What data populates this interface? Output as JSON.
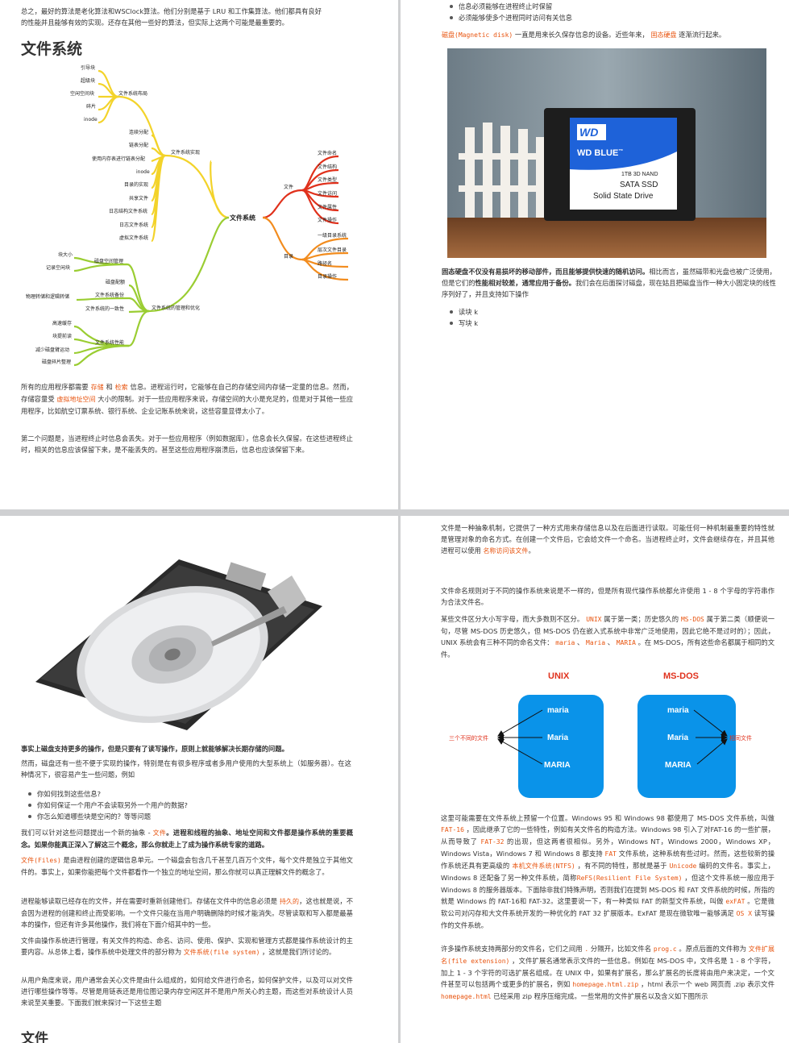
{
  "p1": {
    "intro": [
      "总之，最好的算法是老化算法和WSClock算法。他们分别是基于 LRU 和工作集算法。他们都具有良好",
      "的性能并且能够有效的实现。还存在其他一些好的算法，但实际上这两个可能是最重要的。"
    ],
    "title": "文件系统",
    "mm": {
      "root": "文件系统",
      "layout": "文件系统布局",
      "layout_items": [
        "引导块",
        "超级块",
        "空闲空间块",
        "碎片",
        "inode"
      ],
      "impl": "文件系统实现",
      "impl_items": [
        "连续分配",
        "链表分配",
        "使用内存表进行链表分配",
        "inode",
        "目录的实现",
        "共享文件",
        "日志结构文件系统",
        "日志文件系统",
        "虚拟文件系统"
      ],
      "mgmt": "文件系统的管理和优化",
      "space": "磁盘空间管理",
      "space_items": [
        "块大小",
        "记录空闲块"
      ],
      "quota": "磁盘配额",
      "backup": "文件系统备份",
      "phys": "物理转储和逻辑转储",
      "consist": "文件系统的一致性",
      "perf": "文件系统性能",
      "perf_items": [
        "高速缓存",
        "块提前读",
        "减少磁盘臂运动",
        "磁盘碎片整理"
      ],
      "file": "文件",
      "file_items": [
        "文件命名",
        "文件结构",
        "文件类型",
        "文件访问",
        "文件属性",
        "文件操作"
      ],
      "dir": "目录",
      "dir_items": [
        "一级目录系统",
        "层次文件目录",
        "路径名",
        "目录操作"
      ]
    },
    "para1": {
      "a": "所有的应用程序都需要",
      "b": "存储",
      "c": "和",
      "d": "检索",
      "e": "信息。进程运行时，它能够在自己的存储空间内存储一定量的",
      "f": "信息。然而，存储容量受",
      "g": "虚拟地址空间",
      "h": "大小的限制。对于一些应用程序来说，存储空间的大小是充足",
      "l3": "的，但是对于其他一些应用程序，比如航空订票系统、银行系统、企业记账系统来说，这些容量显得",
      "l4": "太小了。"
    },
    "para2": [
      "第二个问题是，当进程终止时信息会丢失。对于一些应用程序（例如数据库），信息会长久保留。在这",
      "些进程终止时，相关的信息应该保留下来，是不能丢失的。甚至这些应用程序崩溃后，信息也应该保留",
      "下来。"
    ]
  },
  "p2": {
    "bullets": [
      "信息必须能够在进程终止时保留",
      "必须能够使多个进程同时访问有关信息"
    ],
    "disk": {
      "a": "磁盘(Magnetic disk)",
      "b": "一直是用来长久保存信息的设备。近些年来，",
      "c": "固态硬盘",
      "d": "逐渐流行起来。"
    },
    "ssd": {
      "logo": "WD",
      "brand": "WD BLUE",
      "tm": "™",
      "cap": "1TB 3D NAND",
      "model": "SATA SSD",
      "desc": "Solid State Drive"
    },
    "para": {
      "a": "固态硬盘不仅没有易损坏的移动部件，而且能够提供快速的随机访问。",
      "b": "相比而言，虽然磁带和光盘也被",
      "c": "广泛使用，但是它们的",
      "d": "性能相对较差，通常应用于备份。",
      "e": "我们会在后面探讨磁盘，现在姑且把磁盘当作",
      "f": "一种大小固定块的线性序列好了，并且支持如下操作"
    },
    "ops": [
      "读块 k",
      "写块 k"
    ]
  },
  "p3": {
    "l1": "事实上磁盘支持更多的操作，但是只要有了读写操作，原则上就能够解决长期存储的问题。",
    "l2": [
      "然而，磁盘还有一些不便于实现的操作，特别是在有很多程序或者多用户使用的大型系统上（如服务",
      "器）。在这种情况下，很容易产生一些问题，例如"
    ],
    "qs": [
      "你如何找到这些信息?",
      "你如何保证一个用户不会读取另外一个用户的数据?",
      "你怎么知道哪些块是空闲的？等等问题"
    ],
    "p3a": {
      "a": "我们可以针对这些问题提出一个新的抽象 -",
      "b": "文件",
      "c": "。进程和线程的抽象、地址空间和文件都是操作系统",
      "d": "的重要概念。如果你能真正深入了解这三个概念，那么你就走上了成为操作系统专家的道路。"
    },
    "p3b": {
      "a": "文件(Files)",
      "b": "是由进程创建的逻辑信息单元。一个磁盘会包含几千甚至几百万个文件，每个文件是独",
      "c": "立于其他文件的。事实上，如果你能把每个文件都看作一个独立的地址空间，那么你就可以真正理解文",
      "d": "件的概念了。"
    },
    "p3c": {
      "a": "进程能够读取已经存在的文件，并在需要时重新创建他们。存储在文件中的信息必须是",
      "b": "持久的",
      "c": "，这也",
      "d": "就是说，不会因为进程的创建和终止而受影响。一个文件只能在当用户明确删除的时候才能消失。尽管",
      "e": "读取和写入都是最基本的操作，但还有许多其他操作，我们将在下面介绍其中的一些。"
    },
    "p3d": {
      "a": "文件由操作系统进行管理，有关文件的构造、命名、访问、使用、保护、实现和管理方式都是操作系统",
      "b": "设计的主要内容。从总体上看，操作系统中处理文件的部分称为",
      "c": "文件系统(file system)",
      "d": "，这就是我",
      "e": "们所讨论的。"
    },
    "p3e": [
      "从用户角度来说，用户通常会关心文件是由什么组成的，如何给文件进行命名，如何保护文件，以及可",
      "以对文件进行哪些操作等等。尽管是用链表还是用位图记录内存空闲区并不是用户所关心的主题，而这",
      "些对系统设计人员来说至关重要。下面我们就来探讨一下这些主题"
    ],
    "heading": "文件"
  },
  "p4": {
    "a": {
      "l1": "文件是一种抽象机制，它提供了一种方式用来存储信息以及在后面进行读取。可能任何一种机制最重要",
      "l2": "的特性就是管理对象的命名方式。在创建一个文件后，它会给文件一个命名。当进程终止时，文件会继",
      "l3": "续存在，并且其他进程可以使用",
      "c": "名称访问该文件",
      "l3e": "。"
    },
    "b": [
      "文件命名规则对于不同的操作系统来说是不一样的，但是所有现代操作系统都允许使用 1 - 8 个字母的",
      "字符串作为合法文件名。"
    ],
    "c": {
      "a": "某些文件区分大小写字母，而大多数则不区分。",
      "u": "UNIX",
      "b": "属于第一类；历史悠久的",
      "m": "MS-DOS",
      "c": "属于第二类",
      "l2": "（顺便说一句，尽管 MS-DOS 历史悠久，但 MS-DOS 仍在嵌入式系统中非常广泛地使用，因此它绝不",
      "l3": "是过时的）；因此，UNIX 系统会有三种不同的命名文件：",
      "n1": "maria",
      "s1": "、",
      "n2": "Maria",
      "s2": "、",
      "n3": "MARIA",
      "l3e": "。在 MS-",
      "l4": "DOS，所有这些命名都属于相同的文件。"
    },
    "d": {
      "unix": "UNIX",
      "msdos": "MS-DOS",
      "u": [
        "maria",
        "Maria",
        "MARIA"
      ],
      "m": [
        "maria",
        "Maria",
        "MARIA"
      ],
      "left": "三个不同的文件",
      "right": "相同文件"
    },
    "e": {
      "a": "这里可能需要在文件系统上预留一个位置。Windows 95 和 Windows 98 都使用了 MS-DOS 文件系",
      "b": "统，叫做",
      "c": "FAT-16",
      "d": "，因此继承了它的一些特性，例如有关文件名的构造方法。Windows 98 引入了对",
      "e": "FAT-16 的一些扩展，从而导致了",
      "f": "FAT-32",
      "g": "的出现，但这两者很相似。另外，Windows NT，",
      "h": "Windows 2000，Windows XP，Windows Vista，Windows 7 和 Windows 8 都支持",
      "i": "FAT",
      "j": "文件系统，",
      "k": "这种系统有些过时。然而，这些较新的操作系统还具有更高级的",
      "l": "本机文件系统(NTFS)",
      "m": "，有不同的",
      "n": "特性，那就是基于",
      "o": "Unicode",
      "p": "编码的文件名。事实上，Windows 8 还配备了另一种文件系统，简称",
      "q": "ReFS(Resilient File System)",
      "r": "，但这个文件系统一般应用于 Windows 8 的服务器版本。下面除",
      "s": "非我们特殊声明，否则我们在提到 MS-DOS 和 FAT 文件系统的时候，所指的就是 Windows 的 FAT-16",
      "t": "和 FAT-32。这里要说一下，有一种类似 FAT 的新型文件系统，叫做",
      "u": "exFAT",
      "v": "。它是微软公司对闪存和",
      "w": "大文件系统开发的一种优化的 FAT 32 扩展版本。ExFAT 是现在微软唯一能够满足",
      "x": "OS X",
      "y": "读写操作的文件",
      "z": "系统。"
    },
    "f": {
      "a": "许多操作系统支持两部分的文件名，它们之间用",
      "dot": ".",
      "b": "分隔开，比如文件名",
      "c": "prog.c",
      "d": "。原点后面的文件",
      "e": "称为",
      "f": "文件扩展名(file extension)",
      "g": "，文件扩展名通常表示文件的一些信息。例如在 MS-DOS 中，",
      "h": "文件名是 1 - 8 个字符，加上 1 - 3 个字符的可选扩展名组成。在 UNIX 中，如果有扩展名，那么扩展",
      "i": "名的长度将由用户来决定，一个文件甚至可以包括两个或更多的扩展名，例如",
      "j": "homepage.html.zip",
      "k": "，html 表示一个 web 网页而 .zip 表示文件",
      "l": "homepage.html",
      "m": "已经采用 zip 程",
      "n": "序压缩完成。一些常用的文件扩展名以及含义如下图所示"
    }
  }
}
